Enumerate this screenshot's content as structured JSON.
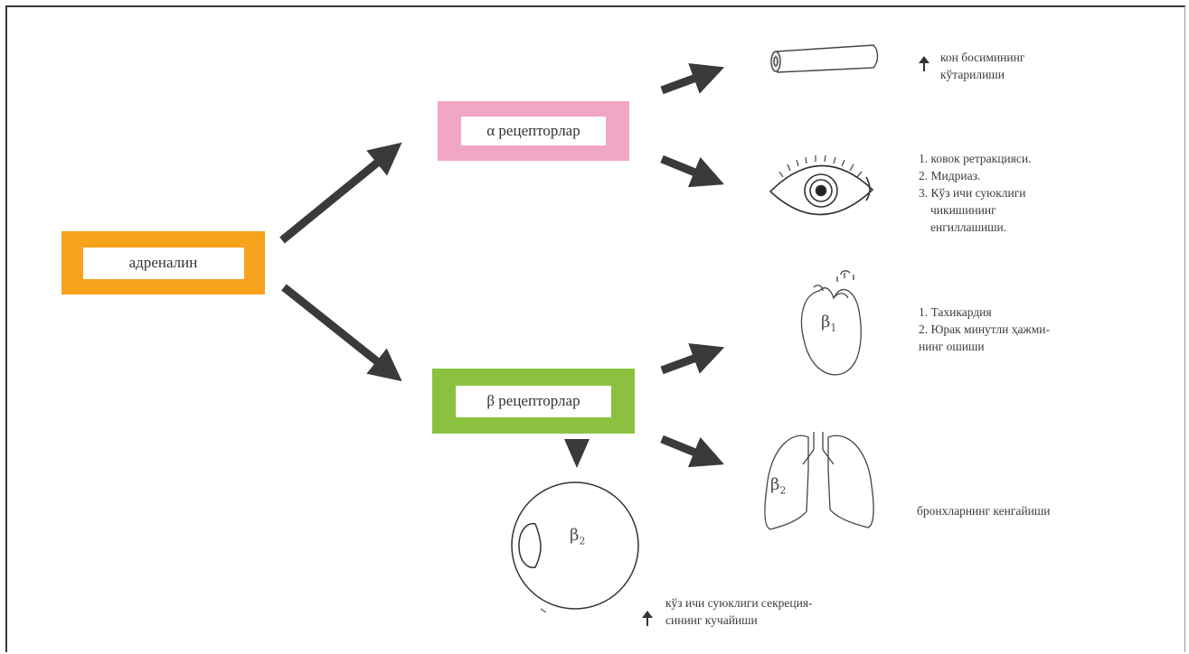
{
  "nodes": {
    "adrenalin": "адреналин",
    "alpha": "α рецепторлар",
    "beta": "β рецепторлар"
  },
  "effects": {
    "vessel": [
      "кон босимининг",
      "кўтарилиши"
    ],
    "eye": [
      "1. ковок ретракцияси.",
      "2. Мидриаз.",
      "3. Кўз ичи суюклиги",
      "чикишининг",
      "енгиллашиши."
    ],
    "heart": [
      "1. Тахикардия",
      "2. Юрак минутли ҳажми-",
      "нинг ошиши"
    ],
    "lungs": "бронхларнинг кенгайиши",
    "eyeball": [
      "кўз ичи суюклиги секреция-",
      "сининг кучайиши"
    ]
  },
  "symbols": {
    "heart": {
      "base": "β",
      "sub": "1"
    },
    "lungs": {
      "base": "β",
      "sub": "2"
    },
    "eyeball": {
      "base": "β",
      "sub": "2"
    }
  },
  "colors": {
    "adrenalin_border": "#f7a21b",
    "alpha_border": "#f1a6c6",
    "beta_border": "#8cc13f",
    "arrow": "#3a3a3a"
  }
}
